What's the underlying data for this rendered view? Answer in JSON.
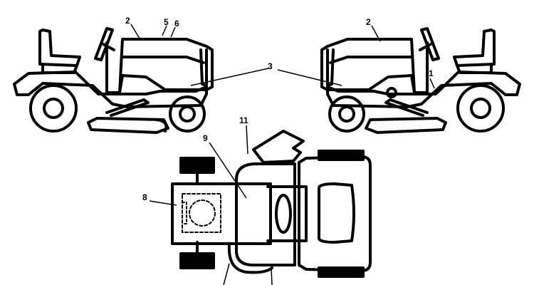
{
  "diagram": {
    "callouts": {
      "c1": "1",
      "c2a": "2",
      "c2b": "2",
      "c3": "3",
      "c5": "5",
      "c6": "6",
      "c8": "8",
      "c9": "9",
      "c11": "11"
    },
    "colors": {
      "line": "#000000",
      "fill": "#ffffff"
    }
  }
}
